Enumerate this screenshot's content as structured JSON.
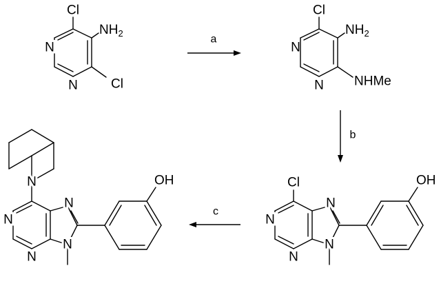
{
  "atoms": {
    "m1": {
      "cl_top": "Cl",
      "nh2_main": "NH",
      "nh2_sub": "2",
      "n_left": "N",
      "n_bottom": "N",
      "cl_bottom": "Cl"
    },
    "m2": {
      "cl_top": "Cl",
      "nh2_main": "NH",
      "nh2_sub": "2",
      "n_left": "N",
      "n_bottom": "N",
      "nhme": "NHMe"
    },
    "m3": {
      "cl_top": "Cl",
      "n7": "N",
      "n1": "N",
      "n3": "N",
      "n9": "N",
      "oh": "OH"
    },
    "m4": {
      "n_pip": "N",
      "n7": "N",
      "n1": "N",
      "n3": "N",
      "n9": "N",
      "oh": "OH"
    }
  },
  "steps": {
    "a": "a",
    "b": "b",
    "c": "c"
  }
}
